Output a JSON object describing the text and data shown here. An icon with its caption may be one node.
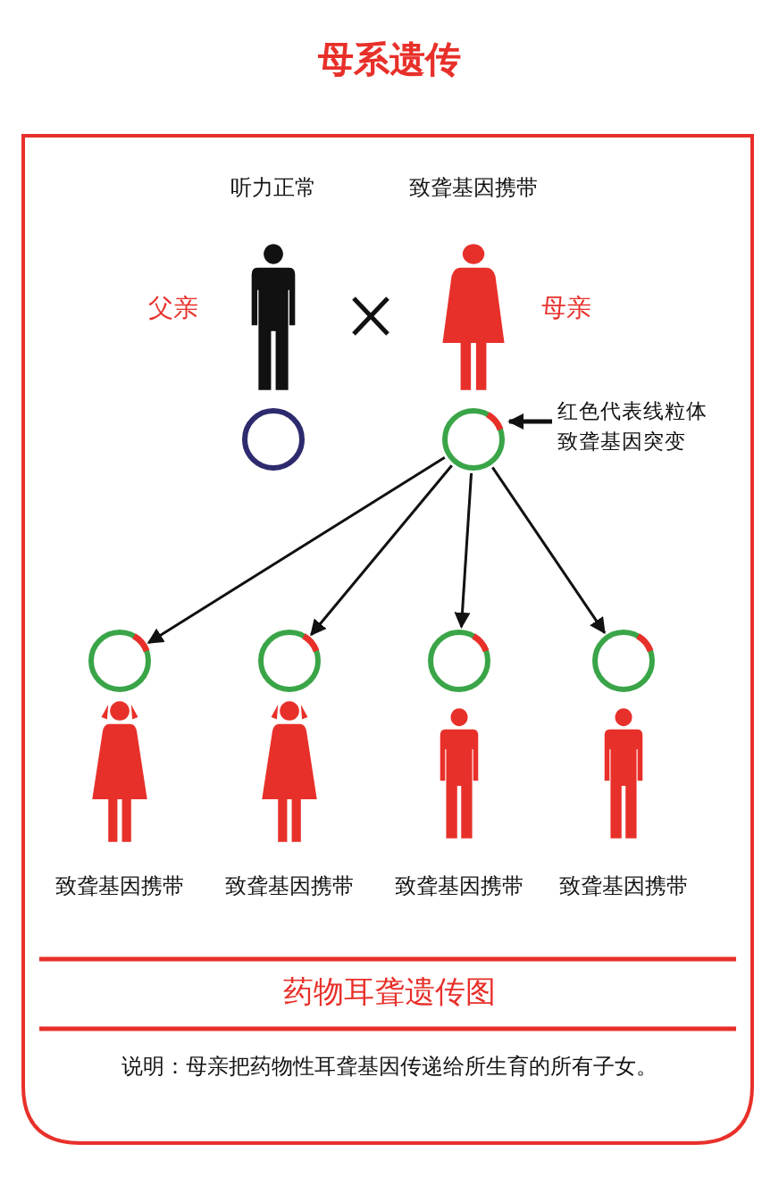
{
  "diagram": {
    "title": "母系遗传",
    "nodes": [
      {
        "text": [],
        "shape": "person",
        "beside": [
          "听力正常",
          "父亲"
        ]
      },
      {
        "text": [],
        "shape": "person",
        "beside": [
          "致聋基因携带",
          "母亲"
        ]
      },
      {
        "text": [],
        "shape": "circle"
      },
      {
        "text": [],
        "shape": "circle"
      },
      {
        "text": [
          "红色代表线粒体致聋基因突变"
        ]
      },
      {
        "text": [],
        "shape": "circle"
      },
      {
        "text": [],
        "shape": "circle"
      },
      {
        "text": [],
        "shape": "circle"
      },
      {
        "text": [],
        "shape": "circle"
      },
      {
        "text": [],
        "shape": "person",
        "beside": [
          "致聋基因携带"
        ]
      },
      {
        "text": [],
        "shape": "person",
        "beside": [
          "致聋基因携带"
        ]
      },
      {
        "text": [],
        "shape": "person",
        "beside": [
          "致聋基因携带"
        ]
      },
      {
        "text": [],
        "shape": "person",
        "beside": [
          "致聋基因携带"
        ]
      }
    ],
    "edges": [
      {
        "from": 4,
        "to": 3,
        "arrow": "to"
      },
      {
        "from": 3,
        "to": 5,
        "arrow": "to"
      },
      {
        "from": 3,
        "to": 6,
        "arrow": "to"
      },
      {
        "from": 3,
        "to": 7,
        "arrow": "to"
      },
      {
        "from": 3,
        "to": 8,
        "arrow": "to"
      }
    ],
    "labels": [
      "药物耳聋遗传图",
      "说明：母亲把药物性耳聋基因传递给所生育的所有子女。"
    ]
  }
}
